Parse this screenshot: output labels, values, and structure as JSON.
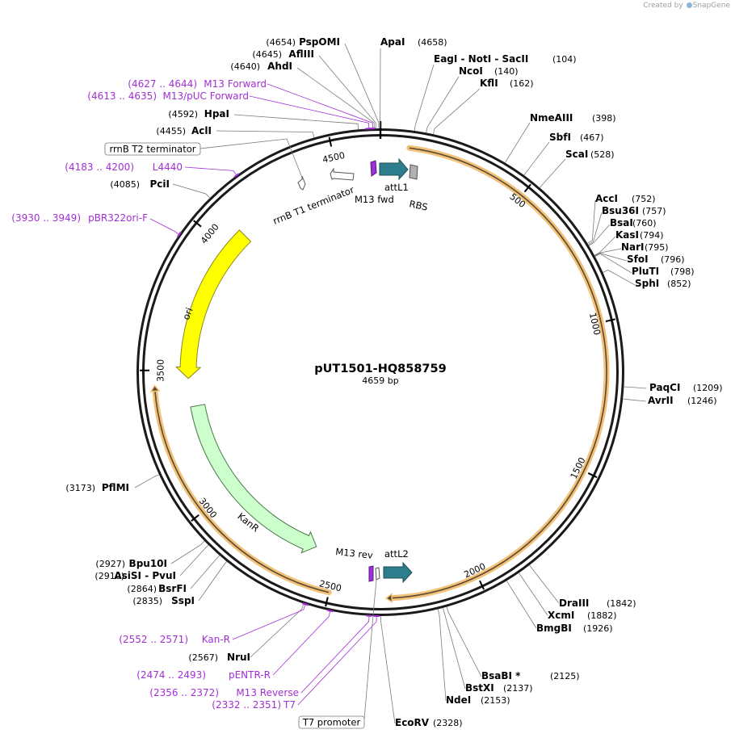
{
  "attribution": {
    "prefix": "Created by",
    "brand": "SnapGene"
  },
  "plasmid": {
    "name": "pUT1501-HQ858759",
    "size_label": "4659 bp",
    "length": 4659
  },
  "ticks": [
    "500",
    "1000",
    "1500",
    "2000",
    "2500",
    "3000",
    "3500",
    "4000",
    "4500"
  ],
  "enzymes": [
    {
      "name": "ApaI",
      "pos": "(4658)",
      "site": 4658
    },
    {
      "name": "EagI  -  NotI  -  SacII",
      "pos": "(104)",
      "site": 104
    },
    {
      "name": "NcoI",
      "pos": "(140)",
      "site": 140
    },
    {
      "name": "KflI",
      "pos": "(162)",
      "site": 162
    },
    {
      "name": "NmeAIII",
      "pos": "(398)",
      "site": 398
    },
    {
      "name": "SbfI",
      "pos": "(467)",
      "site": 467
    },
    {
      "name": "ScaI",
      "pos": "(528)",
      "site": 528
    },
    {
      "name": "AccI",
      "pos": "(752)",
      "site": 752
    },
    {
      "name": "Bsu36I",
      "pos": "(757)",
      "site": 757
    },
    {
      "name": "BsaI",
      "pos": "(760)",
      "site": 760
    },
    {
      "name": "KasI",
      "pos": "(794)",
      "site": 794
    },
    {
      "name": "NarI",
      "pos": "(795)",
      "site": 795
    },
    {
      "name": "SfoI",
      "pos": "(796)",
      "site": 796
    },
    {
      "name": "PluTI",
      "pos": "(798)",
      "site": 798
    },
    {
      "name": "SphI",
      "pos": "(852)",
      "site": 852
    },
    {
      "name": "PaqCI",
      "pos": "(1209)",
      "site": 1209
    },
    {
      "name": "AvrII",
      "pos": "(1246)",
      "site": 1246
    },
    {
      "name": "DraIII",
      "pos": "(1842)",
      "site": 1842
    },
    {
      "name": "XcmI",
      "pos": "(1882)",
      "site": 1882
    },
    {
      "name": "BmgBI",
      "pos": "(1926)",
      "site": 1926
    },
    {
      "name": "BsaBI *",
      "pos": "(2125)",
      "site": 2125
    },
    {
      "name": "BstXI",
      "pos": "(2137)",
      "site": 2137
    },
    {
      "name": "NdeI",
      "pos": "(2153)",
      "site": 2153
    },
    {
      "name": "EcoRV",
      "pos": "(2328)",
      "site": 2328
    },
    {
      "name": "NruI",
      "pos": "(2567)",
      "site": 2567
    },
    {
      "name": "SspI",
      "pos": "(2835)",
      "site": 2835
    },
    {
      "name": "BsrFI",
      "pos": "(2864)",
      "site": 2864
    },
    {
      "name": "AsiSI  -  PvuI",
      "pos": "(2910)",
      "site": 2910
    },
    {
      "name": "Bpu10I",
      "pos": "(2927)",
      "site": 2927
    },
    {
      "name": "PflMI",
      "pos": "(3173)",
      "site": 3173
    },
    {
      "name": "PciI",
      "pos": "(4085)",
      "site": 4085
    },
    {
      "name": "AclI",
      "pos": "(4455)",
      "site": 4455
    },
    {
      "name": "HpaI",
      "pos": "(4592)",
      "site": 4592
    },
    {
      "name": "AhdI",
      "pos": "(4640)",
      "site": 4640
    },
    {
      "name": "AflIII",
      "pos": "(4645)",
      "site": 4645
    },
    {
      "name": "PspOMI",
      "pos": "(4654)",
      "site": 4654
    }
  ],
  "primers": [
    {
      "range": "(4627 .. 4644)",
      "name": "M13 Forward",
      "start": 4627,
      "end": 4644
    },
    {
      "range": "(4613 .. 4635)",
      "name": "M13/pUC Forward",
      "start": 4613,
      "end": 4635
    },
    {
      "range": "(4183 .. 4200)",
      "name": "L4440",
      "start": 4183,
      "end": 4200
    },
    {
      "range": "(3930 .. 3949)",
      "name": "pBR322ori-F",
      "start": 3930,
      "end": 3949
    },
    {
      "range": "(2552 .. 2571)",
      "name": "Kan-R",
      "start": 2552,
      "end": 2571
    },
    {
      "range": "(2474 .. 2493)",
      "name": "pENTR-R",
      "start": 2474,
      "end": 2493
    },
    {
      "range": "(2356 .. 2372)",
      "name": "M13 Reverse",
      "start": 2356,
      "end": 2372
    },
    {
      "range": "(2332 .. 2351)",
      "name": "T7",
      "start": 2332,
      "end": 2351
    }
  ],
  "boxed_features": [
    {
      "name": "rrnB T2 terminator"
    },
    {
      "name": "T7 promoter"
    }
  ],
  "features": [
    {
      "name": "attL1"
    },
    {
      "name": "RBS"
    },
    {
      "name": "M13 fwd"
    },
    {
      "name": "rrnB T1 terminator"
    },
    {
      "name": "ori"
    },
    {
      "name": "KanR"
    },
    {
      "name": "M13 rev"
    },
    {
      "name": "attL2"
    }
  ],
  "colors": {
    "backbone": "#1a1a1a",
    "primer": "#a22fd6",
    "insert_highlight": "#f3c27a",
    "insert_line": "#5a4a32",
    "ori": "#ffff00",
    "kanr": "#ccffcc",
    "attl": "#2e7d8c",
    "rbs": "#b0b0b0",
    "m13": "#9b30d9"
  }
}
